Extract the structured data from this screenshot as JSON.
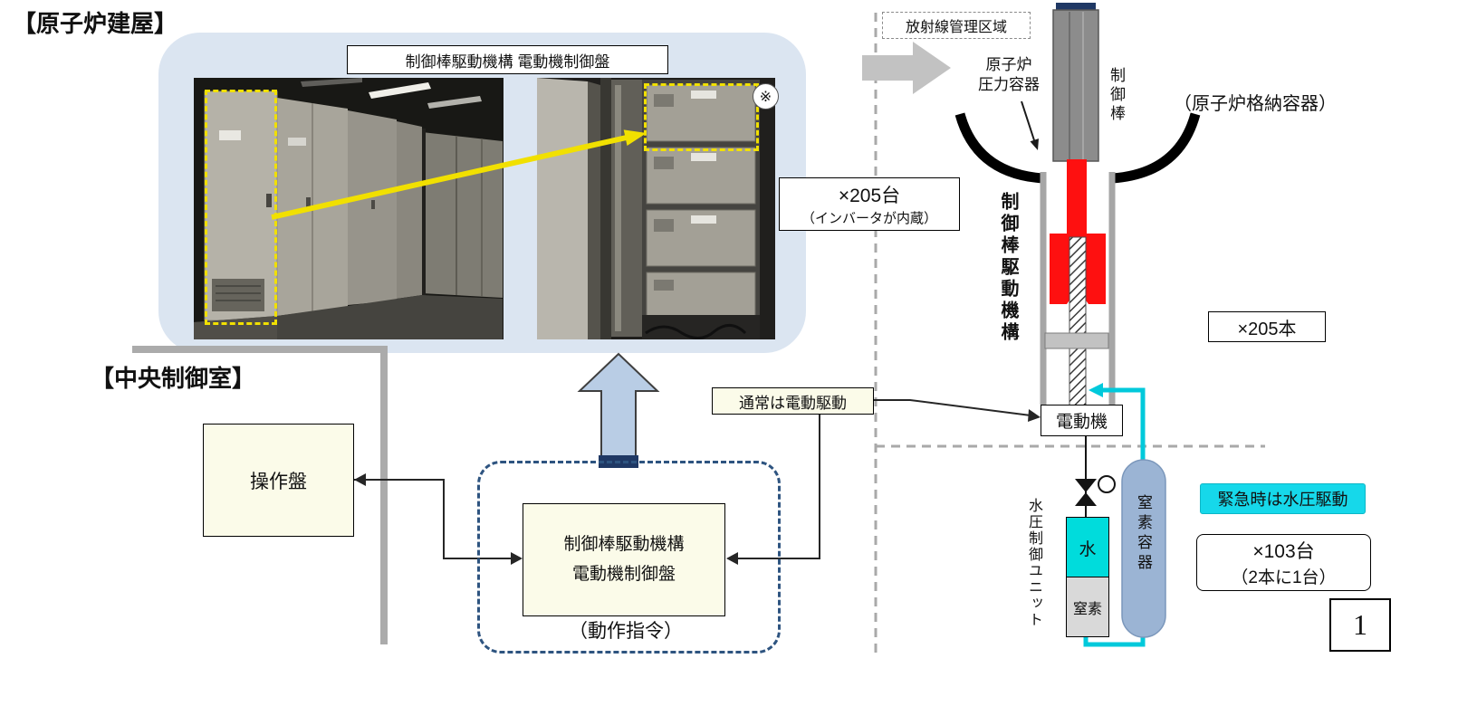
{
  "page": {
    "building_label": "【原子炉建屋】",
    "control_room_label": "【中央制御室】",
    "page_number": "1"
  },
  "photo_panel": {
    "title": "制御棒駆動機構 電動機制御盤",
    "note_mark": "※",
    "count_box": {
      "line1": "×205台",
      "line2": "（インバータが内蔵）"
    }
  },
  "control_room": {
    "operation_panel_label": "操作盤",
    "crd_motor_panel": {
      "line1": "制御棒駆動機構",
      "line2": "電動機制御盤"
    },
    "command_label": "（動作指令）"
  },
  "flow_labels": {
    "normal_drive": "通常は電動駆動",
    "emergency_drive": "緊急時は水圧駆動"
  },
  "reactor_diagram": {
    "radiation_area": "放射線管理区域",
    "rpv_label": {
      "line1": "原子炉",
      "line2": "圧力容器"
    },
    "control_rod_label": "制御棒",
    "containment_label": "（原子炉格納容器）",
    "crd_mechanism_label": "制御棒駆動機構",
    "rod_count": "×205本",
    "motor_label": "電動機",
    "hcu_label": "水圧制御ユニット",
    "nitrogen_vessel_label": "窒素容器",
    "water_label": "水",
    "nitrogen_label": "窒素",
    "hcu_count": {
      "line1": "×103台",
      "line2": "（2本に1台）"
    }
  },
  "colors": {
    "panel_bg": "#dbe5f1",
    "note_yellow_bg": "#fbfbe9",
    "highlight_cyan": "#16d8ea",
    "pipe_cyan": "#00c9db",
    "rod_red": "#fe1010",
    "dashed_blue": "#2e5480",
    "wall_gray": "#ababab"
  }
}
